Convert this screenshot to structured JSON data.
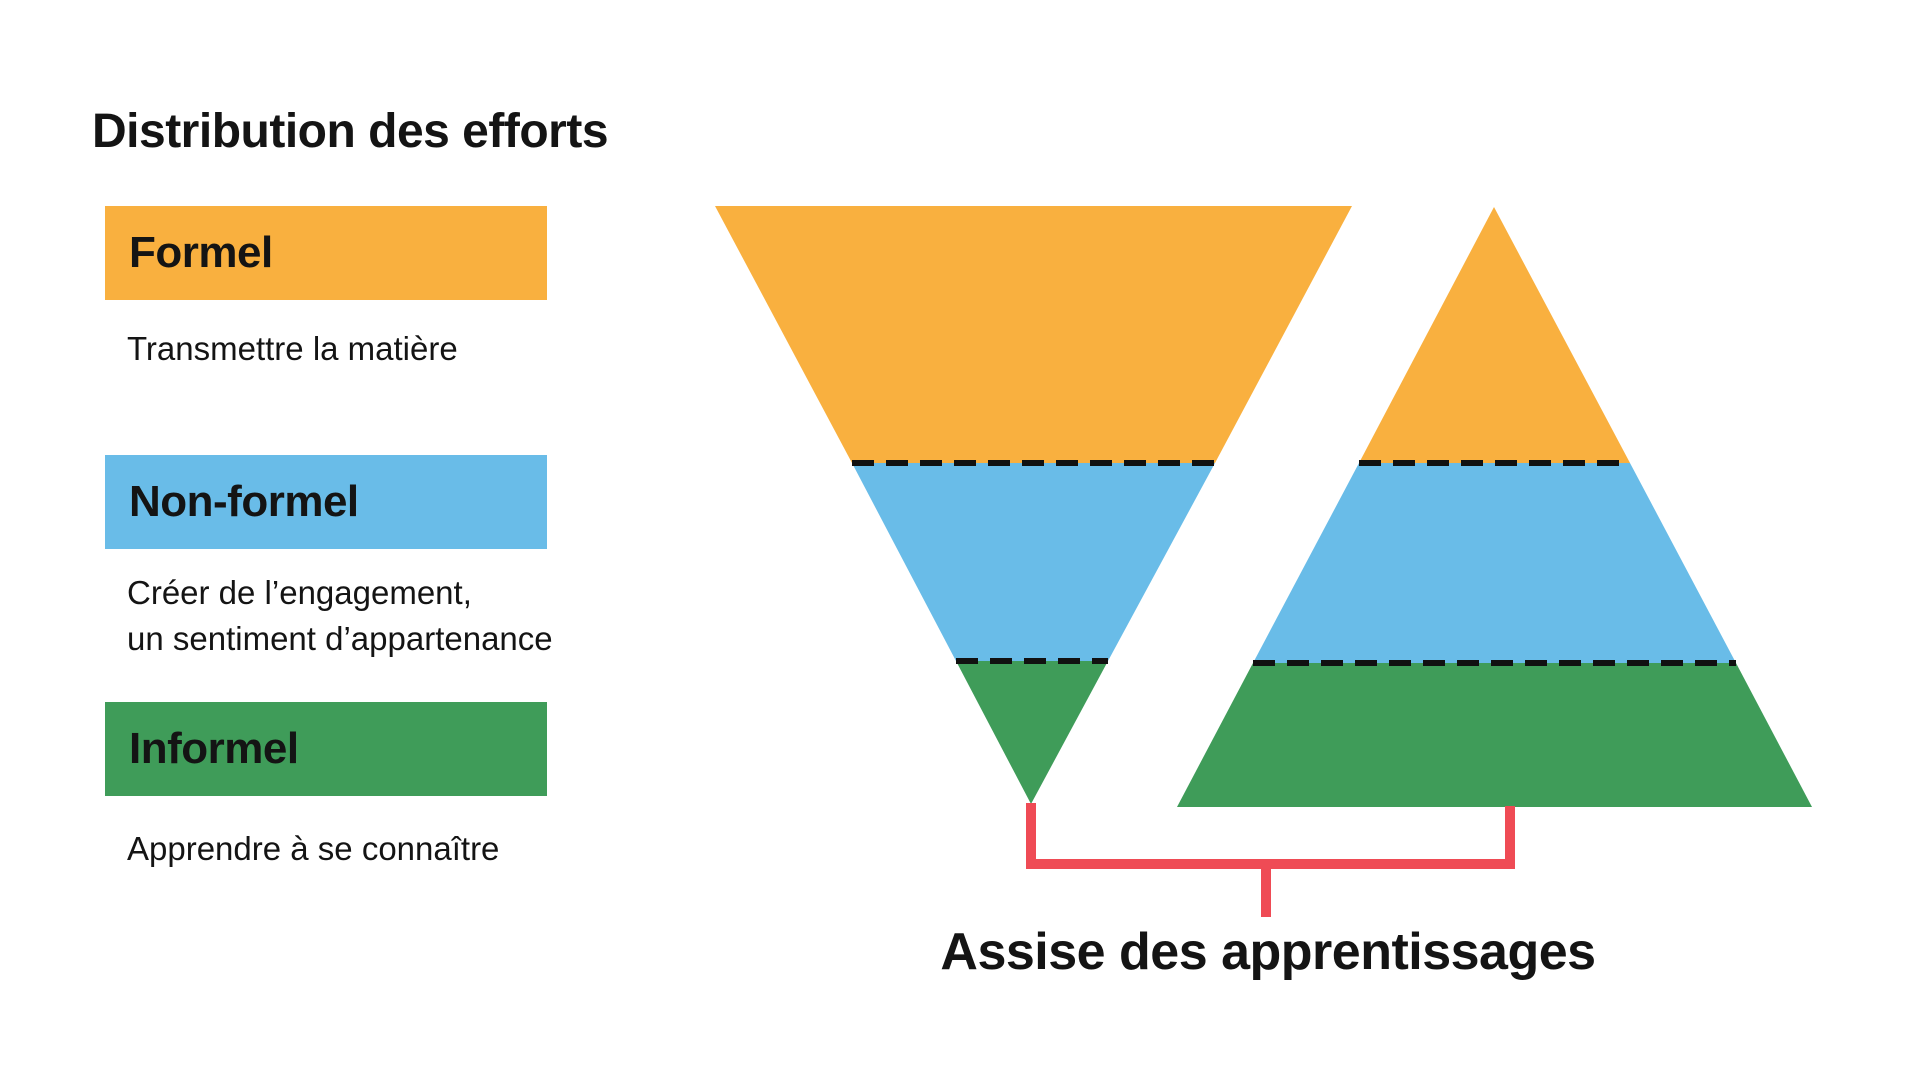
{
  "title": "Distribution des efforts",
  "colors": {
    "formel": "#F9B03F",
    "non_formel": "#69BCE8",
    "informel": "#3F9C59",
    "bracket": "#EF4B55",
    "dash": "#111111",
    "text": "#141414",
    "background": "#FFFFFF"
  },
  "legend": {
    "items": [
      {
        "label": "Formel",
        "description": "Transmettre la matière"
      },
      {
        "label": "Non-formel",
        "description": "Créer de l’engagement,\nun sentiment d’appartenance"
      },
      {
        "label": "Informel",
        "description": "Apprendre à se connaître"
      }
    ]
  },
  "diagram": {
    "inverted_pyramid": {
      "layers": [
        "Formel",
        "Non-formel",
        "Informel"
      ]
    },
    "upright_pyramid": {
      "layers": [
        "Formel",
        "Non-formel",
        "Informel"
      ]
    }
  },
  "bracket": {
    "label": "Assise des apprentissages"
  }
}
